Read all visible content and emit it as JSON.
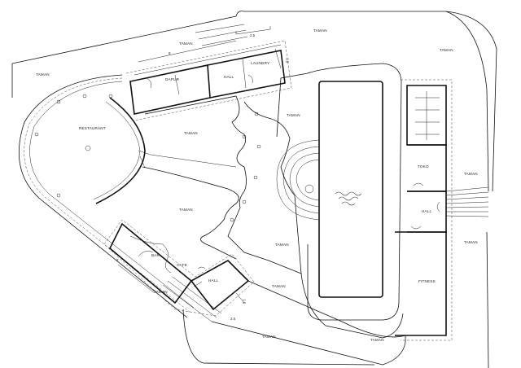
{
  "labels": {
    "taman_top_left": "TAMAN",
    "taman_top_center": "TAMAN",
    "taman_top_right": "TAMAN",
    "taman_top_far_right": "TAMAN",
    "dapur": "DAPUR",
    "hall_top": "HALL",
    "laundry": "LAUNDRY",
    "restaurant": "RESTAURANT",
    "taman_mid": "TAMAN",
    "taman_pool_left": "TAMAN",
    "taman_center": "TAMAN",
    "taman_lower_center": "TAMAN",
    "bar": "BAR",
    "cafe": "CAFE",
    "hall_bottom": "HALL",
    "taman_bottom_left": "TAMAN",
    "taman_bottom_mid": "TAMAN",
    "taman_bottom": "TAMAN",
    "taman_bottom_right": "TAMAN",
    "toko": "TOKO",
    "hall_right": "HALL",
    "fitness": "FITNESS",
    "taman_right_1": "TAMAN",
    "taman_right_2": "TAMAN"
  },
  "dimensions": {
    "top_width": "2.5",
    "top_depth": "1.5",
    "top_left": "8",
    "bottom_width": "2.5",
    "bottom_depth": "1.5",
    "bottom_left": "8"
  }
}
